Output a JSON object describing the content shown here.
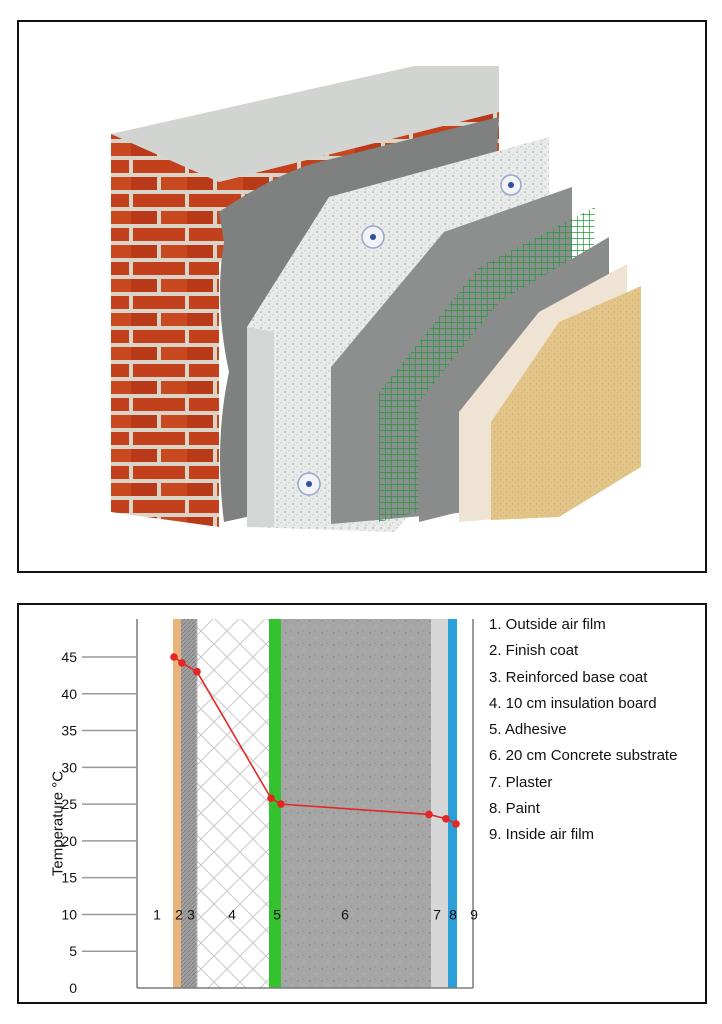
{
  "chart_data": {
    "type": "line",
    "ylabel": "Temperature °C",
    "ylim": [
      0,
      45
    ],
    "yticks": [
      0,
      5,
      10,
      15,
      20,
      25,
      30,
      35,
      40,
      45
    ],
    "layers": [
      {
        "number": "1",
        "label": "1. Outside air film",
        "color": "#ffffff"
      },
      {
        "number": "2",
        "label": "2. Finish coat",
        "color": "#e9b47c"
      },
      {
        "number": "3",
        "label": "3. Reinforced base coat",
        "color": "#9e9e9e"
      },
      {
        "number": "4",
        "label": "4. 10 cm insulation board",
        "color": "#ffffff"
      },
      {
        "number": "5",
        "label": "5. Adhesive",
        "color": "#35c22f"
      },
      {
        "number": "6",
        "label": "6. 20 cm Concrete substrate",
        "color": "#a7a7a7"
      },
      {
        "number": "7",
        "label": "7. Plaster",
        "color": "#d6d6d6"
      },
      {
        "number": "8",
        "label": "8. Paint",
        "color": "#2a9fd8"
      },
      {
        "number": "9",
        "label": "9. Inside air film",
        "color": "#ffffff"
      }
    ],
    "series": [
      {
        "values": [
          45,
          44.2,
          43,
          25.8,
          25,
          23.6,
          23,
          22.3
        ],
        "color": "#e32525"
      }
    ]
  }
}
